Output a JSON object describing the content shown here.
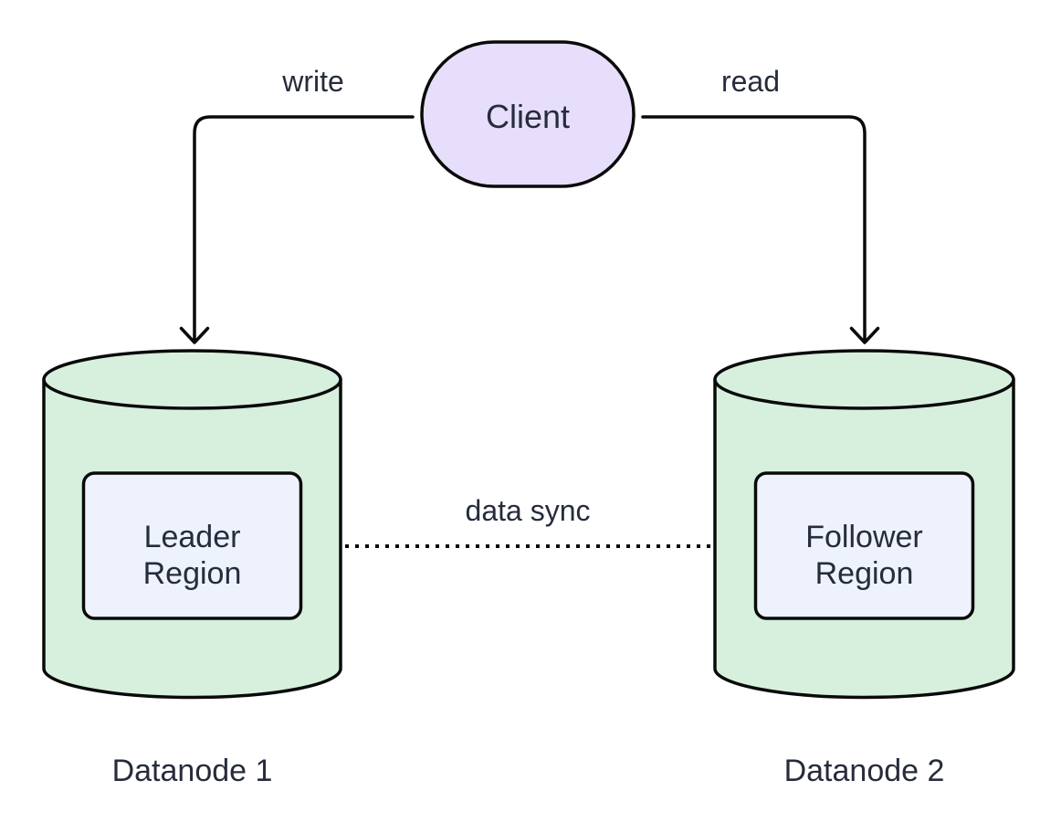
{
  "colors": {
    "background": "#ffffff",
    "stroke": "#0a0a0a",
    "text": "#262c3c",
    "client_fill": "#e7defb",
    "cylinder_fill": "#d7f0de",
    "region_fill": "#eef2fc"
  },
  "nodes": {
    "client": {
      "label": "Client"
    },
    "datanode1": {
      "title": "Datanode 1",
      "region_line1": "Leader",
      "region_line2": "Region"
    },
    "datanode2": {
      "title": "Datanode 2",
      "region_line1": "Follower",
      "region_line2": "Region"
    }
  },
  "edges": {
    "write": {
      "label": "write",
      "style": "solid",
      "from": "Client",
      "to": "Datanode 1"
    },
    "read": {
      "label": "read",
      "style": "solid",
      "from": "Client",
      "to": "Datanode 2"
    },
    "data_sync": {
      "label": "data sync",
      "style": "dotted",
      "from": "Leader Region",
      "to": "Follower Region"
    }
  }
}
